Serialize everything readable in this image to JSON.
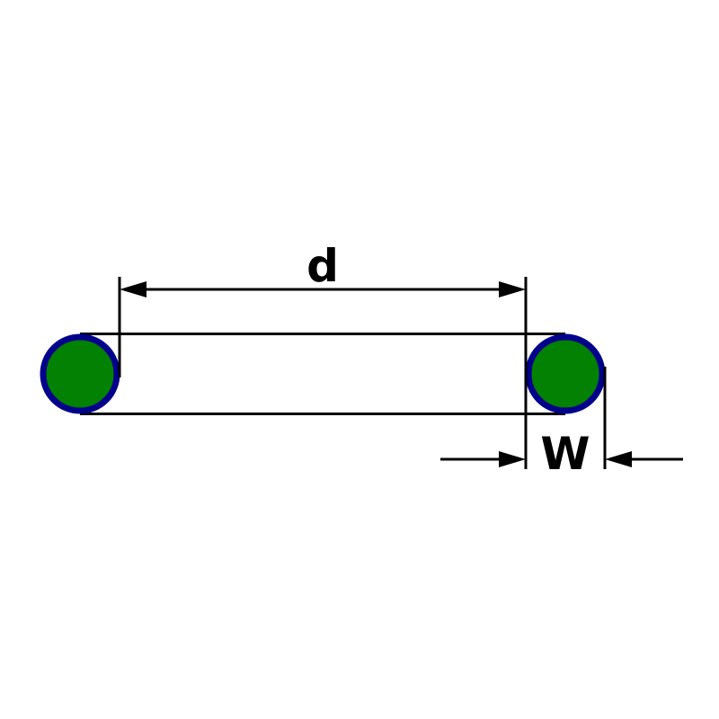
{
  "diagram": {
    "type": "technical-dimension-diagram",
    "subject": "o-ring cross-section with inner diameter and width dimensions",
    "labels": {
      "inner_diameter": "d",
      "cross_section_width": "W"
    },
    "colors": {
      "cross_section_fill": "#028102",
      "cross_section_stroke": "#00008B",
      "line_color": "#000000",
      "background": "#FFFFFF"
    }
  }
}
